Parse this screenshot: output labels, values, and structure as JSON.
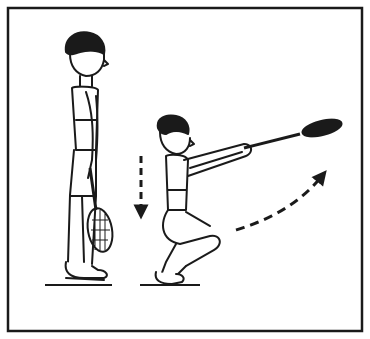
{
  "illustration": {
    "figures": [
      {
        "role": "standing-boy",
        "holds": "racket-down"
      },
      {
        "role": "squatting-boy",
        "holds": "racket-forward"
      }
    ],
    "arrows": [
      {
        "kind": "dashed-down",
        "meaning": "lower-body"
      },
      {
        "kind": "dashed-curve-up",
        "meaning": "racket-swing"
      }
    ],
    "colors": {
      "ink": "#1a1a1a",
      "paper": "#ffffff"
    }
  }
}
